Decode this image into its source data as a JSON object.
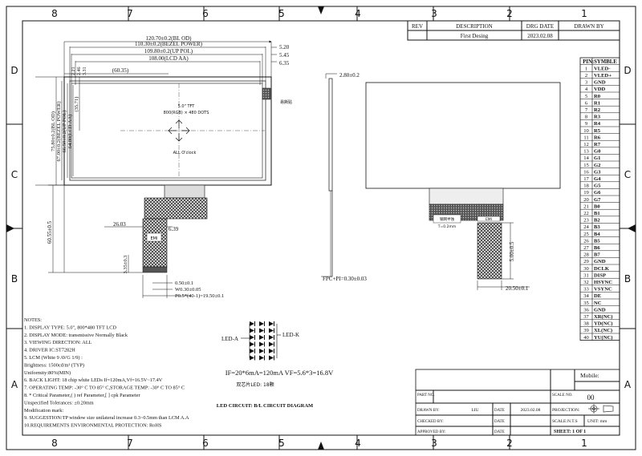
{
  "frame": {
    "columns": [
      "8",
      "7",
      "6",
      "5",
      "4",
      "3",
      "2",
      "1"
    ],
    "rows": [
      "D",
      "C",
      "B",
      "A"
    ]
  },
  "revision_table": {
    "headers": [
      "REV",
      "DESCRIPTION",
      "DRG DATE",
      "DRAWN BY"
    ],
    "row": {
      "rev": "",
      "description": "First Desing",
      "date": "2023.02.08",
      "drawn_by": ""
    }
  },
  "front_view": {
    "dims_top": [
      "120.70±0.2(BL OD)",
      "110.30±0.2(BEZEL POWER)",
      "109.80±0.2(UP POL)",
      "108.00(LCD AA)",
      "(60.35)"
    ],
    "dims_right": [
      "5.20",
      "5.45",
      "6.35"
    ],
    "dims_left_small": [
      "2.21",
      "2.46",
      "3.31"
    ],
    "dims_left": [
      "75.80±0.2(BL OD)",
      "67.00±0.2(BEZEL POWER)",
      "66.50±0.2(UP POL)",
      "64.80(LCD AA)",
      "(35.71)"
    ],
    "center_lines": [
      "5.0\" TFT",
      "800(RGB) × 480 DOTS"
    ],
    "view_label": "ALL O'clock",
    "tape_label": "易撕贴",
    "fpc_dims": [
      "26.03",
      "6.39",
      "60.55±0.5",
      "3.35±0.3",
      "0.50±0.1",
      "W0.30±0.05",
      "P0.5*(40-1)=19.50±0.1"
    ],
    "emi_label": "EMI"
  },
  "side_view": {
    "thickness": "2.80±0.2",
    "fpc_pi": "FPC+PI=0.30±0.03"
  },
  "back_view": {
    "label_small": "钢网半蚀",
    "label_t": "T=0.2mm",
    "dims": [
      "5.00±0.5",
      "20.50±0.1"
    ],
    "emi_label": "EMI"
  },
  "pin_table": {
    "headers": [
      "PIN",
      "SYMBLE"
    ],
    "rows": [
      [
        "1",
        "VLED-"
      ],
      [
        "2",
        "VLED+"
      ],
      [
        "3",
        "GND"
      ],
      [
        "4",
        "VDD"
      ],
      [
        "5",
        "R0"
      ],
      [
        "6",
        "R1"
      ],
      [
        "7",
        "R2"
      ],
      [
        "8",
        "R3"
      ],
      [
        "9",
        "R4"
      ],
      [
        "10",
        "R5"
      ],
      [
        "11",
        "R6"
      ],
      [
        "12",
        "R7"
      ],
      [
        "13",
        "G0"
      ],
      [
        "14",
        "G1"
      ],
      [
        "15",
        "G2"
      ],
      [
        "16",
        "G3"
      ],
      [
        "17",
        "G4"
      ],
      [
        "18",
        "G5"
      ],
      [
        "19",
        "G6"
      ],
      [
        "20",
        "G7"
      ],
      [
        "21",
        "B0"
      ],
      [
        "22",
        "B1"
      ],
      [
        "23",
        "B2"
      ],
      [
        "24",
        "B3"
      ],
      [
        "25",
        "B4"
      ],
      [
        "26",
        "B5"
      ],
      [
        "27",
        "B6"
      ],
      [
        "28",
        "B7"
      ],
      [
        "29",
        "GND"
      ],
      [
        "30",
        "DCLK"
      ],
      [
        "31",
        "DISP"
      ],
      [
        "32",
        "HSYNC"
      ],
      [
        "33",
        "VSYNC"
      ],
      [
        "34",
        "DE"
      ],
      [
        "35",
        "NC"
      ],
      [
        "36",
        "GND"
      ],
      [
        "37",
        "XR(NC)"
      ],
      [
        "38",
        "YD(NC)"
      ],
      [
        "39",
        "XL(NC)"
      ],
      [
        "40",
        "YU(NC)"
      ]
    ]
  },
  "notes": [
    "NOTES:",
    "1. DISPLAY TYPE: 5.0\", 800*480 TFT LCD",
    "2. DISPLAY MODE: transmissive Normally Black",
    "3. VIEWING DIRECTION:  ALL",
    "4. DRIVER IC:ST7282H",
    "5. LCM (White 9 AVG 1/9) :",
    "      Brightness: 1500cd/m² (TYP)",
    "      Uniformity:80%(MIN)",
    "6. BACK LIGHT: 18 chip white LEDs If=120mA,Vf=16.5V~17.4V",
    "7. OPERATING TEMP: -30° C TO 85° C,STORAGE TEMP: -30° C TO 85° C",
    "8. * Critical Parameter,( ) ref Parameter,[ ] cpk Parameter",
    "      Unspecified Tolerances: ±0.20mm",
    "      Modification mark:",
    "9. SUGGESTION:TP window size unilateral increase 0.3~0.5mm than LCM A.A",
    "10.REQUIREMENTS ENVIRONMENTAL PROTECTION: RoHS"
  ],
  "led_circuit": {
    "led_a": "LED-A",
    "led_k": "LED-K",
    "formula": "IF=20*6mA=120mA  VF=5.6*3=16.8V",
    "sub_label": "双芯片LED: 18颗",
    "title": "LED CIRCUIT: B/L  CIRCUIT DIAGRAM"
  },
  "title_block": {
    "mobile_label": "Mobile:",
    "part_label": "PART NO.",
    "scale_label": "SCALE NO.",
    "scale_value": "00",
    "drawn_by_label": "DRAWN BY:",
    "drawn_by_value": "LIU",
    "date_label": "DATE",
    "date_value": "2023.02.08",
    "projection_label": "PROJECTION:",
    "checked_label": "CHECKED BY:",
    "checked_date_label": "DATE",
    "scale_nts": "SCALE:N.T.S",
    "unit": "UNIT: mm",
    "approved_label": "APPROVED BY:",
    "approved_date_label": "DATE",
    "sheet": "SHEET:  1  OF  1"
  },
  "colors": {
    "line": "#111111",
    "dim": "#222222",
    "fpc_dark": "#3a3a3a",
    "fpc_light": "#e6e6e6"
  }
}
